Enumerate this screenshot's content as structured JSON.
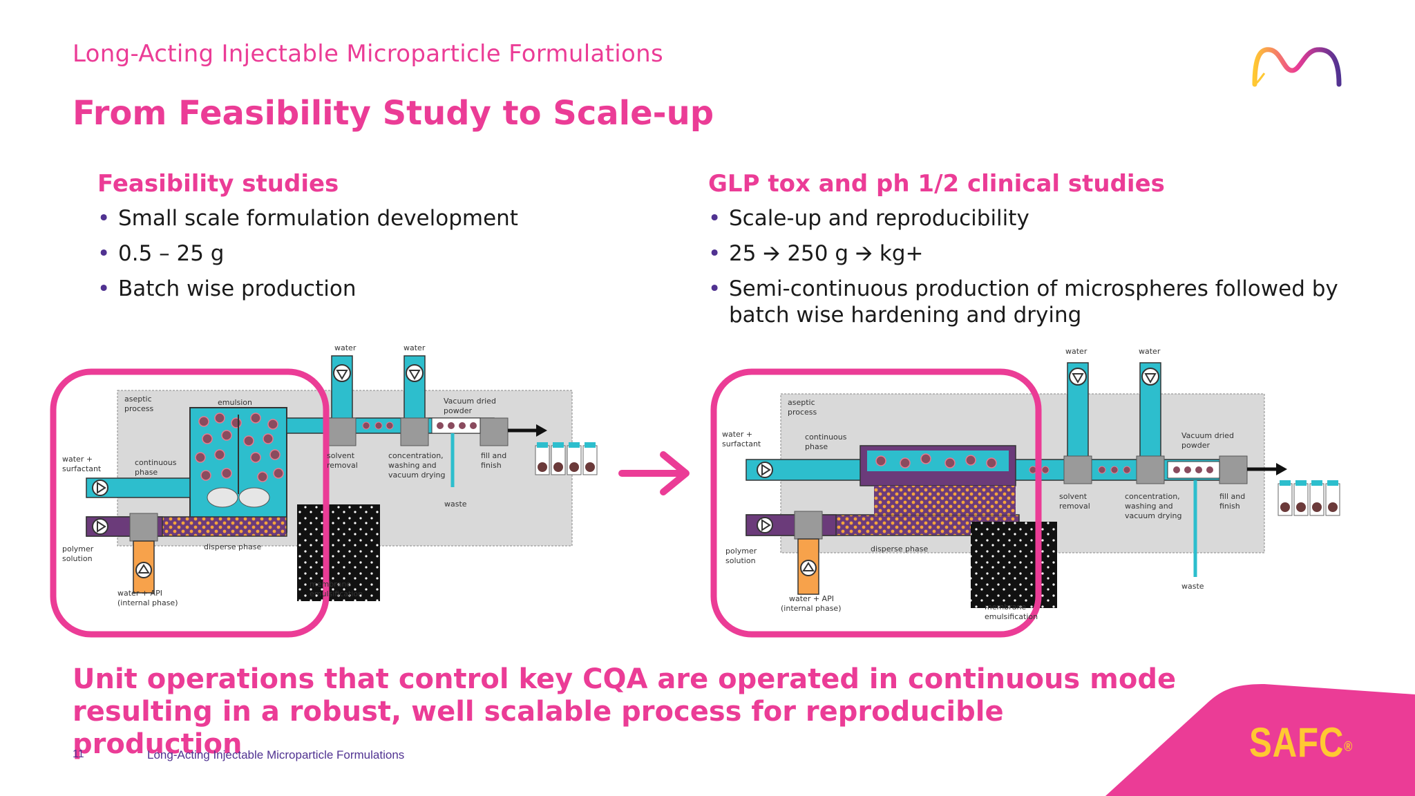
{
  "header": {
    "subtitle": "Long-Acting Injectable Microparticle Formulations",
    "title": "From Feasibility Study to Scale-up"
  },
  "left_column": {
    "heading": "Feasibility studies",
    "bullets": [
      "Small scale formulation development",
      "0.5 – 25 g",
      "Batch wise production"
    ]
  },
  "right_column": {
    "heading": "GLP tox and ph 1/2 clinical studies",
    "bullets": [
      "Scale-up and reproducibility",
      "25 🡪 250 g 🡪 kg+",
      "Semi-continuous production of microspheres followed by batch wise hardening and drying"
    ]
  },
  "diagram_left": {
    "water_1": "water",
    "water_2": "water",
    "aseptic_1": "aseptic",
    "aseptic_2": "process",
    "emulsion": "emulsion",
    "vacuum_1": "Vacuum dried",
    "vacuum_2": "powder",
    "water_surf_1": "water +",
    "water_surf_2": "surfactant",
    "continuous_1": "continuous",
    "continuous_2": "phase",
    "solvent_1": "solvent",
    "solvent_2": "removal",
    "conc_1": "concentration,",
    "conc_2": "washing and",
    "conc_3": "vacuum drying",
    "fill_1": "fill and",
    "fill_2": "finish",
    "waste": "waste",
    "polymer_1": "polymer",
    "polymer_2": "solution",
    "disperse": "disperse phase",
    "api_1": "water + API",
    "api_2": "(internal phase)",
    "membrane_1": "membrane",
    "membrane_2": "emulsification"
  },
  "diagram_right": {
    "water_1": "water",
    "water_2": "water",
    "aseptic_1": "aseptic",
    "aseptic_2": "process",
    "vacuum_1": "Vacuum dried",
    "vacuum_2": "powder",
    "water_surf_1": "water +",
    "water_surf_2": "surfactant",
    "continuous_1": "continuous",
    "continuous_2": "phase",
    "solvent_1": "solvent",
    "solvent_2": "removal",
    "conc_1": "concentration,",
    "conc_2": "washing and",
    "conc_3": "vacuum drying",
    "fill_1": "fill and",
    "fill_2": "finish",
    "waste": "waste",
    "polymer_1": "polymer",
    "polymer_2": "solution",
    "disperse": "disperse phase",
    "api_1": "water + API",
    "api_2": "(internal phase)",
    "membrane_1": "membrane",
    "membrane_2": "emulsification"
  },
  "conclusion": "Unit operations that control key CQA are operated in continuous mode resulting in a robust, well scalable process for reproducible production",
  "footer": {
    "page_number": "11",
    "text": "Long-Acting Injectable Microparticle Formulations",
    "brand": "SAFC",
    "brand_mark": "®"
  },
  "colors": {
    "magenta": "#eb3c96",
    "purple": "#503291",
    "cyan": "#2dbecd",
    "yellow": "#ffc832",
    "orange": "#f7a24b",
    "gray": "#d8d8d8"
  },
  "icons": [
    "merck-logo-icon",
    "pump-icon",
    "arrow-right-icon",
    "vial-icon"
  ]
}
